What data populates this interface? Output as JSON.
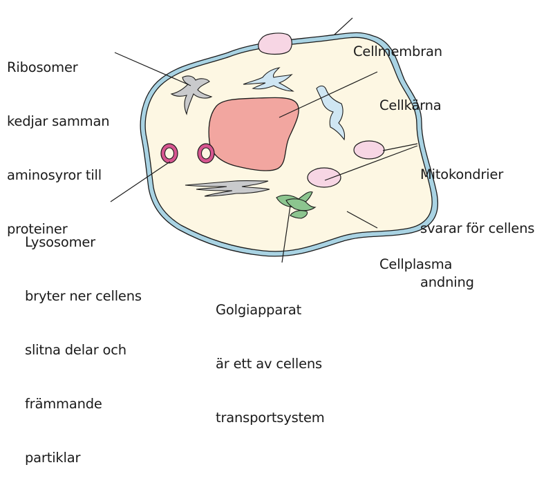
{
  "labels": {
    "cellmembran": [
      "Cellmembran"
    ],
    "ribosomer": [
      "Ribosomer",
      "kedjar samman",
      "aminosyror till",
      "proteiner"
    ],
    "cellkarna": [
      "Cellkärna"
    ],
    "mitokondrier": [
      "Mitokondrier",
      "svarar för cellens",
      "andning"
    ],
    "lysosomer": [
      "Lysosomer",
      "bryter ner cellens",
      "slitna delar och",
      "främmande",
      "partiklar"
    ],
    "cellplasma": [
      "Cellplasma"
    ],
    "golgi": [
      "Golgiapparat",
      "är ett av cellens",
      "transportsystem"
    ]
  },
  "colors": {
    "membrane": "#a9d3e3",
    "cytoplasm": "#fdf7e3",
    "nucleus": "#f2a6a0",
    "mitochondria": "#f7d6e4",
    "lysosome": "#d6558f",
    "ribosome_gray": "#c9cacc",
    "ribosome_blue": "#cfe6f3",
    "golgi": "#8cc58f",
    "outline": "#1a1a1a"
  }
}
